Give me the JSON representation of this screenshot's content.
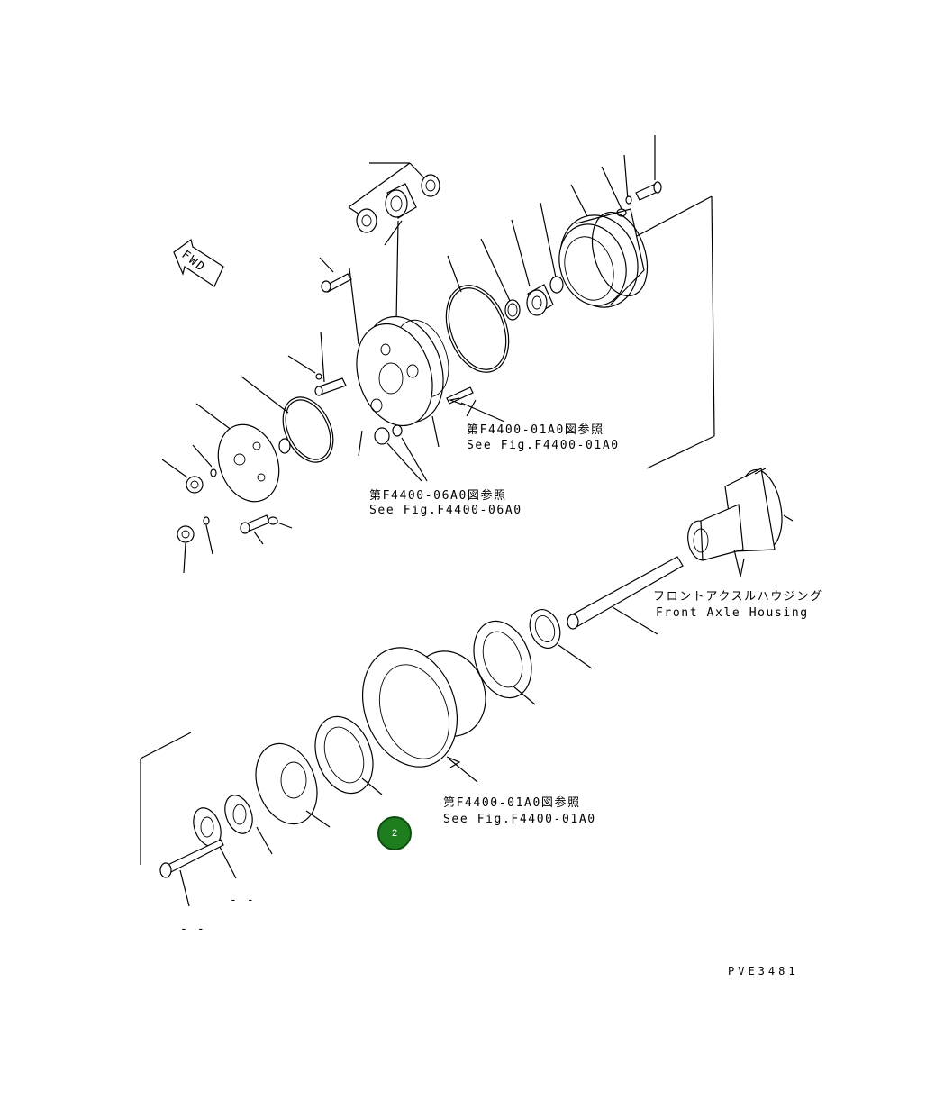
{
  "fwd_label": "FWD",
  "refs": {
    "upper_1": {
      "jp": "第F4400-01A0図参照",
      "en": "See Fig.F4400-01A0"
    },
    "upper_2": {
      "jp": "第F4400-06A0図参照",
      "en": "See Fig.F4400-06A0"
    },
    "lower_1": {
      "jp": "第F4400-01A0図参照",
      "en": "See Fig.F4400-01A0"
    }
  },
  "housing": {
    "jp": "フロントアクスルハウジング",
    "en": "Front Axle Housing"
  },
  "callout": {
    "number": "2",
    "color": "#1e7d1e"
  },
  "dash_marks": [
    "- -",
    "- -"
  ],
  "figure_code": "PVE3481"
}
